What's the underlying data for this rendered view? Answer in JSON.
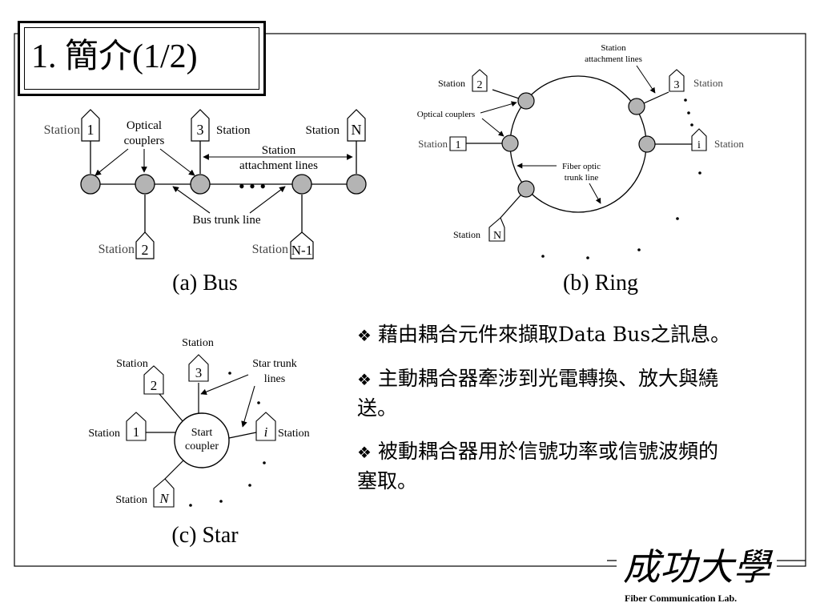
{
  "title": "1. 簡介(1/2)",
  "bus": {
    "caption": "(a) Bus",
    "station_word": "Station",
    "labels": {
      "s1": "1",
      "s2": "2",
      "s3": "3",
      "sN": "N",
      "sN1": "N-1"
    },
    "optical_couplers_1": "Optical",
    "optical_couplers_2": "couplers",
    "attach_1": "Station",
    "attach_2": "attachment lines",
    "trunk": "Bus trunk line",
    "dots": "• • •"
  },
  "ring": {
    "caption": "(b) Ring",
    "station_word": "Station",
    "labels": {
      "s1": "1",
      "s2": "2",
      "s3": "3",
      "si": "i",
      "sN": "N"
    },
    "attach_1": "Station",
    "attach_2": "attachment lines",
    "optical_couplers": "Optical couplers",
    "fiber_1": "Fiber optic",
    "fiber_2": "trunk line"
  },
  "star": {
    "caption": "(c) Star",
    "station_word": "Station",
    "labels": {
      "s1": "1",
      "s2": "2",
      "s3": "3",
      "si": "i",
      "sN": "N"
    },
    "trunk_1": "Star trunk",
    "trunk_2": "lines",
    "coupler_1": "Start",
    "coupler_2": "coupler"
  },
  "bullets": [
    {
      "mark": "❖",
      "text": "藉由耦合元件來擷取Data Bus之訊息。"
    },
    {
      "mark": "❖",
      "text": "主動耦合器牽涉到光電轉換、放大與繞送。"
    },
    {
      "mark": "❖",
      "text": "被動耦合器用於信號功率或信號波頻的塞取。"
    }
  ],
  "logo": {
    "text": "成功大學",
    "subtitle": "Fiber Communication Lab."
  },
  "colors": {
    "node_fill": "#b4b4b4",
    "line": "#000000"
  }
}
